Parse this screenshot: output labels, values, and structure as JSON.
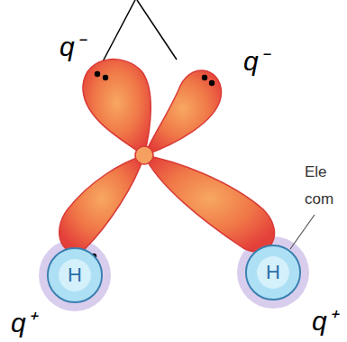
{
  "diagram": {
    "nodes": [
      {
        "text": [
          "H"
        ]
      },
      {
        "text": [
          "H"
        ]
      }
    ],
    "labels": [
      "q⁻",
      "q⁻",
      "q⁺",
      "q⁺",
      "Ele com"
    ]
  }
}
